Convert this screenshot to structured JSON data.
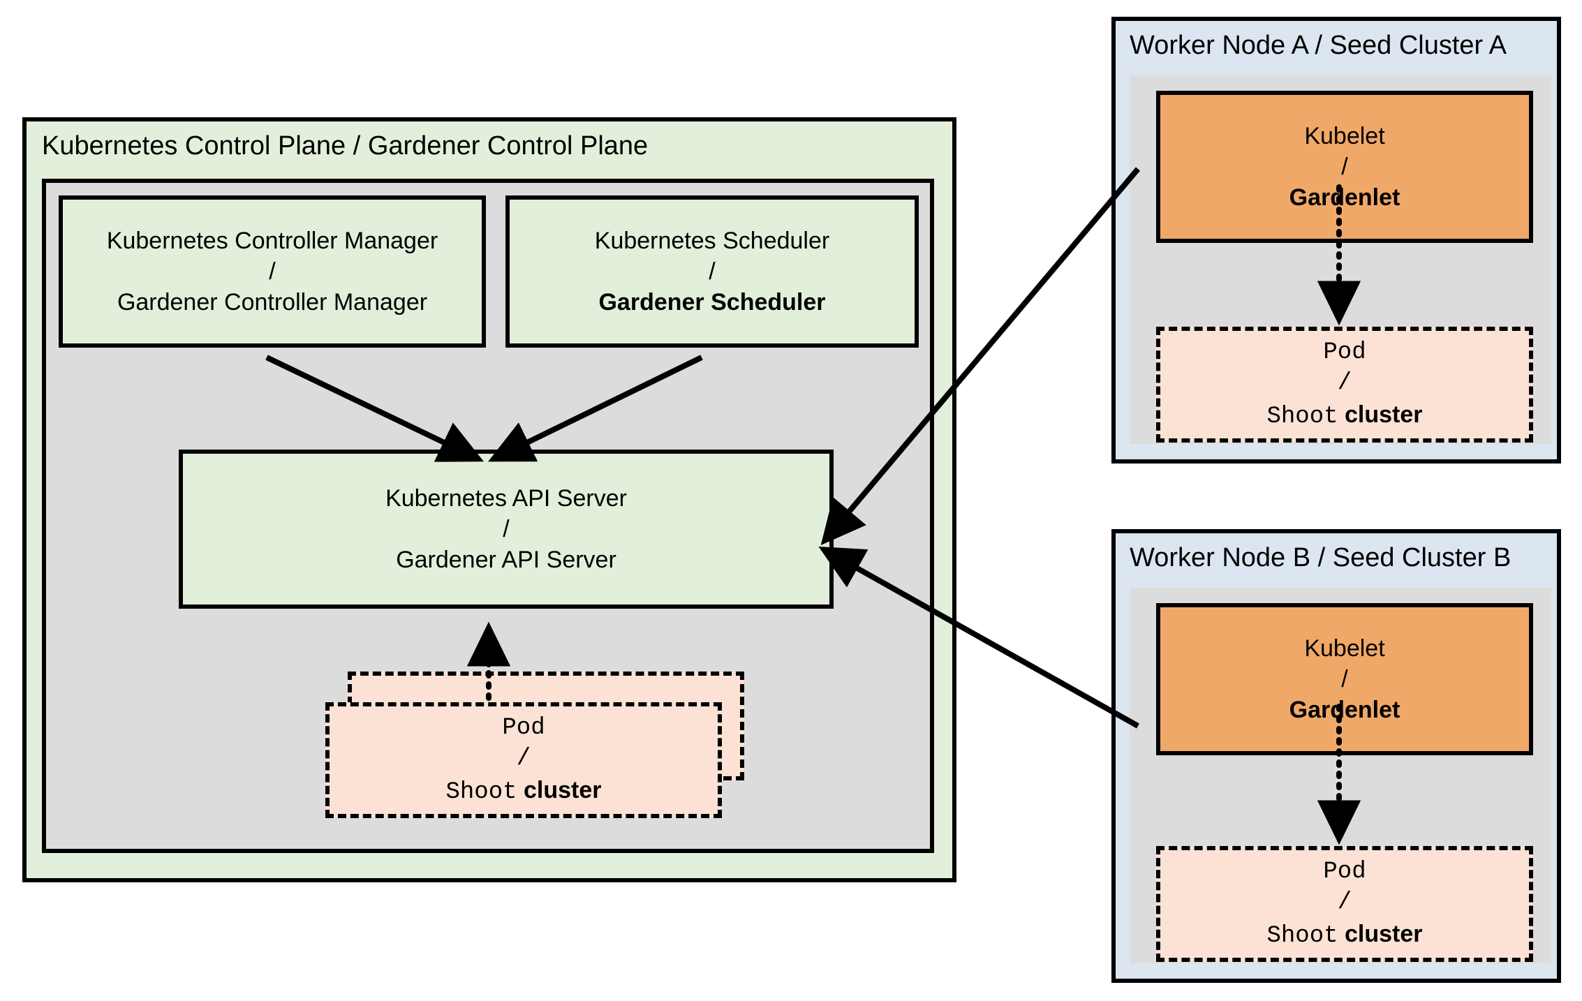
{
  "diagram": {
    "title": "Gardener architecture: Kubernetes Control Plane and Seed Clusters",
    "colors": {
      "control_plane_fill": "#e2efda",
      "inner_area_fill": "#dcdcdc",
      "seed_panel_fill": "#dce6f1",
      "kubelet_fill": "#f0a868",
      "pod_fill": "#fbe2d5",
      "stroke": "#000000"
    }
  },
  "control_plane": {
    "header": "Kubernetes Control Plane / Gardener Control Plane",
    "controller_manager": {
      "line1": "Kubernetes Controller Manager",
      "separator": "/",
      "line2": "Gardener Controller Manager"
    },
    "scheduler": {
      "line1": "Kubernetes Scheduler",
      "separator": "/",
      "line2": "Gardener Scheduler"
    },
    "api_server": {
      "line1": "Kubernetes API Server",
      "separator": "/",
      "line2": "Gardener API Server"
    },
    "pod": {
      "line1": "Pod",
      "separator": "/",
      "line2_mono": "Shoot",
      "line2_bold": "cluster"
    }
  },
  "seed_clusters": [
    {
      "header": "Worker Node A / Seed Cluster A",
      "kubelet": {
        "line1": "Kubelet",
        "separator": "/",
        "line2": "Gardenlet"
      },
      "pod": {
        "line1": "Pod",
        "separator": "/",
        "line2_mono": "Shoot",
        "line2_bold": "cluster"
      }
    },
    {
      "header": "Worker Node B / Seed Cluster B",
      "kubelet": {
        "line1": "Kubelet",
        "separator": "/",
        "line2": "Gardenlet"
      },
      "pod": {
        "line1": "Pod",
        "separator": "/",
        "line2_mono": "Shoot",
        "line2_bold": "cluster"
      }
    }
  ]
}
